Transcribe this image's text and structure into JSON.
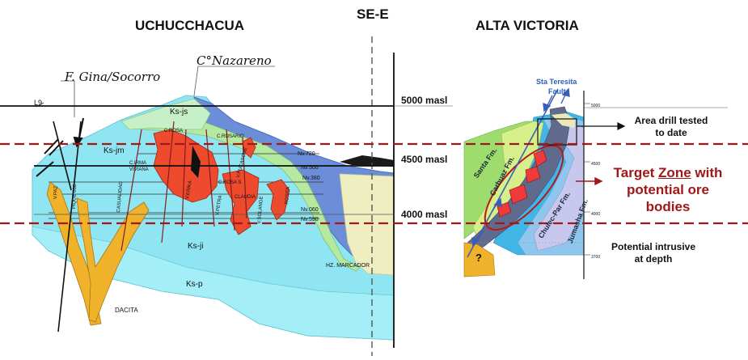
{
  "titles": {
    "left": "UCHUCCHACUA",
    "middle": "SE-E",
    "right": "ALTA VICTORIA"
  },
  "elevations": [
    "5000 masl",
    "4500 masl",
    "4000 masl"
  ],
  "left_section": {
    "fault_label": "F. Gina/Socorro",
    "peak_label": "C°Nazareno",
    "corner_label": "L9",
    "formation_labels": [
      "Ks-js",
      "Ks-jm",
      "Ks-ji",
      "Ks-p",
      "DACITA",
      "HZ. MARCADOR"
    ],
    "level_labels": [
      "Nv.720",
      "Nv.500",
      "Nv.380",
      "Nv.060",
      "Nv.590"
    ],
    "vein_labels": [
      "C.ROSA",
      "C.ROSARIO",
      "C.IRMA",
      "VIVIANA",
      "V.ERIKA",
      "V.PETRA",
      "C.ROSA S",
      "CLAUDIA",
      "V.PUCASCHE",
      "PIQUE 068",
      "CASUALIDAD",
      "V.SOLANGE",
      "V.PAZ",
      "ROSITA"
    ]
  },
  "right_section": {
    "fault_label_1": "Sta Teresita",
    "fault_label_2": "Fault",
    "formations": [
      "Santa Fm.",
      "Carhuaz Fm.",
      "Chulec-Par Fm.",
      "Jumasha Fm."
    ],
    "unknown_mark": "?",
    "area_drill": [
      "Area drill tested",
      "to date"
    ],
    "target_zone": {
      "w1": "Target ",
      "w2": "Zone",
      "w3": " with",
      "line2": "potential ore",
      "line3": "bodies"
    },
    "intrusive": [
      "Potential intrusive",
      "at depth"
    ],
    "axis_ticks": [
      "5000",
      "4500",
      "4000",
      "3700"
    ]
  },
  "colors": {
    "target_red": "#a01818",
    "dashed_red": "#a01818",
    "cyan": "#7fe3f3",
    "blue": "#6c8cd6",
    "orebody": "#ee4a2e",
    "dacite": "#f0b22a"
  }
}
